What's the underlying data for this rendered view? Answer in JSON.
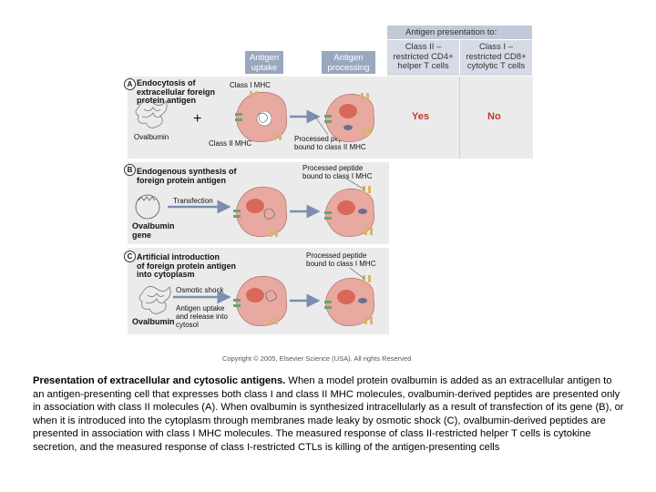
{
  "header": {
    "antigen_presentation_to": "Antigen presentation to:",
    "antigen_uptake": "Antigen\nuptake",
    "antigen_processing": "Antigen\nprocessing",
    "col_class2": "Class II –\nrestricted CD4+\nhelper T cells",
    "col_class1": "Class I –\nrestricted CD8+\ncytolytic T cells"
  },
  "results": {
    "class2": "Yes",
    "class1": "No"
  },
  "panel_a": {
    "letter": "A",
    "title": "Endocytosis of\nextracellular foreign\nprotein antigen",
    "ovalbumin": "Ovalbumin",
    "plus": "+",
    "class1_mhc": "Class I MHC",
    "class2_mhc": "Class II MHC",
    "processed": "Processed peptide\nbound to class II MHC"
  },
  "panel_b": {
    "letter": "B",
    "title": "Endogenous synthesis of\nforeign protein antigen",
    "transfection": "Transfection",
    "gene": "Ovalbumin\ngene",
    "processed": "Processed peptide\nbound to class I MHC"
  },
  "panel_c": {
    "letter": "C",
    "title": "Artificial introduction\nof foreign protein antigen\ninto cytoplasm",
    "osmotic": "Osmotic shock",
    "uptake_release": "Antigen uptake\nand release into\ncytosol",
    "ovalbumin": "Ovalbumin",
    "processed": "Processed peptide\nbound to class I MHC"
  },
  "copyright": "Copyright © 2005, Elsevier Science (USA). All rights Reserved",
  "caption": {
    "bold": "Presentation of extracellular and cytosolic antigens.",
    "body": " When a model protein ovalbumin is added as an extracellular antigen to an antigen-presenting cell that expresses both class I and class II MHC molecules, ovalbumin-derived peptides are presented only in association with class II molecules (A). When ovalbumin is synthesized intracellularly as a result of transfection of its gene (B), or when it is introduced into the cytoplasm through membranes made leaky by osmotic shock (C), ovalbumin-derived peptides are presented in association with class I MHC molecules. The measured response of class II-restricted helper T cells is cytokine secretion, and the measured response of class I-restricted CTLs is killing of the antigen-presenting cells"
  },
  "colors": {
    "header_blue": "#9aa8be",
    "cell_pink": "#e8a9a0",
    "nucleus": "#d9685b",
    "yes_red": "#c0392b",
    "panel_gray": "#ebebeb"
  }
}
